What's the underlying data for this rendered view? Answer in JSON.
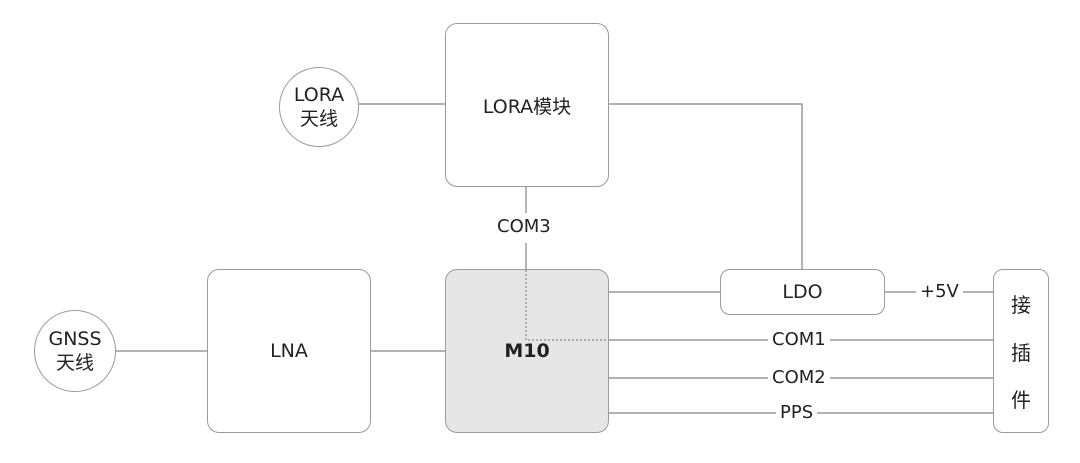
{
  "nodes": {
    "lora_antenna": {
      "line1": "LORA",
      "line2": "天线"
    },
    "lora_module": {
      "label": "LORA模块"
    },
    "gnss_antenna": {
      "line1": "GNSS",
      "line2": "天线"
    },
    "lna": {
      "label": "LNA"
    },
    "m10": {
      "label": "M10"
    },
    "ldo": {
      "label": "LDO"
    },
    "connector": {
      "chars": [
        "接",
        "插",
        "件"
      ]
    }
  },
  "edge_labels": {
    "com3": "COM3",
    "plus5v": "+5V",
    "com1": "COM1",
    "com2": "COM2",
    "pps": "PPS"
  },
  "colors": {
    "line": "#9a9a9a",
    "m10_fill": "#e6e6e6"
  }
}
